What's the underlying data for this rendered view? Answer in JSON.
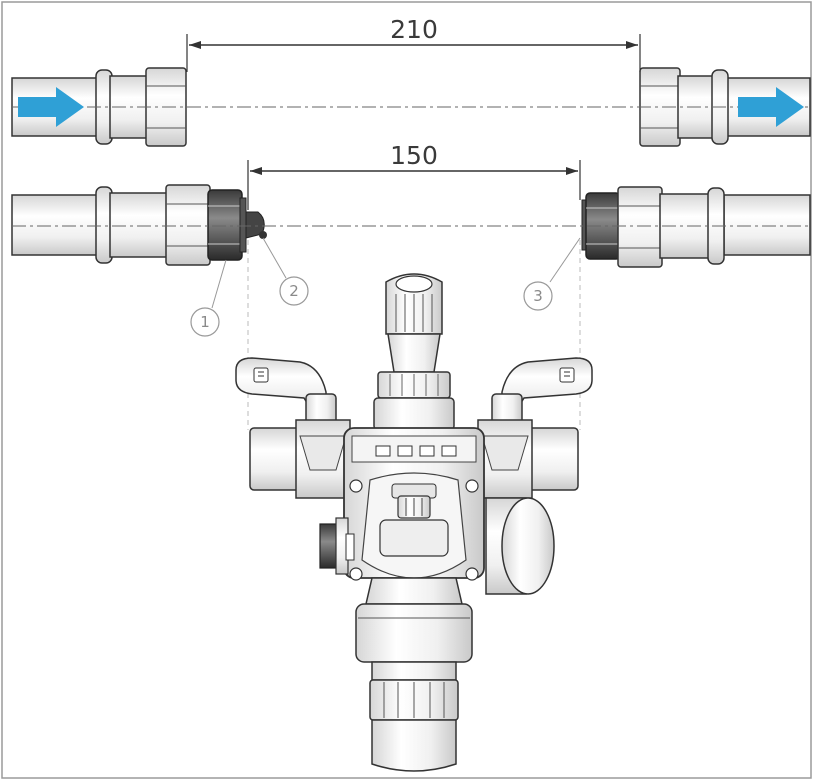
{
  "dimensions": {
    "outer": "210",
    "inner": "150"
  },
  "callouts": {
    "c1": "1",
    "c2": "2",
    "c3": "3"
  },
  "colors": {
    "arrow": "#2fa0d6",
    "line": "#333333",
    "frame": "#9a9a9a"
  },
  "icons": {
    "flow_in": "flow-arrow-right-icon",
    "flow_out": "flow-arrow-right-icon"
  }
}
